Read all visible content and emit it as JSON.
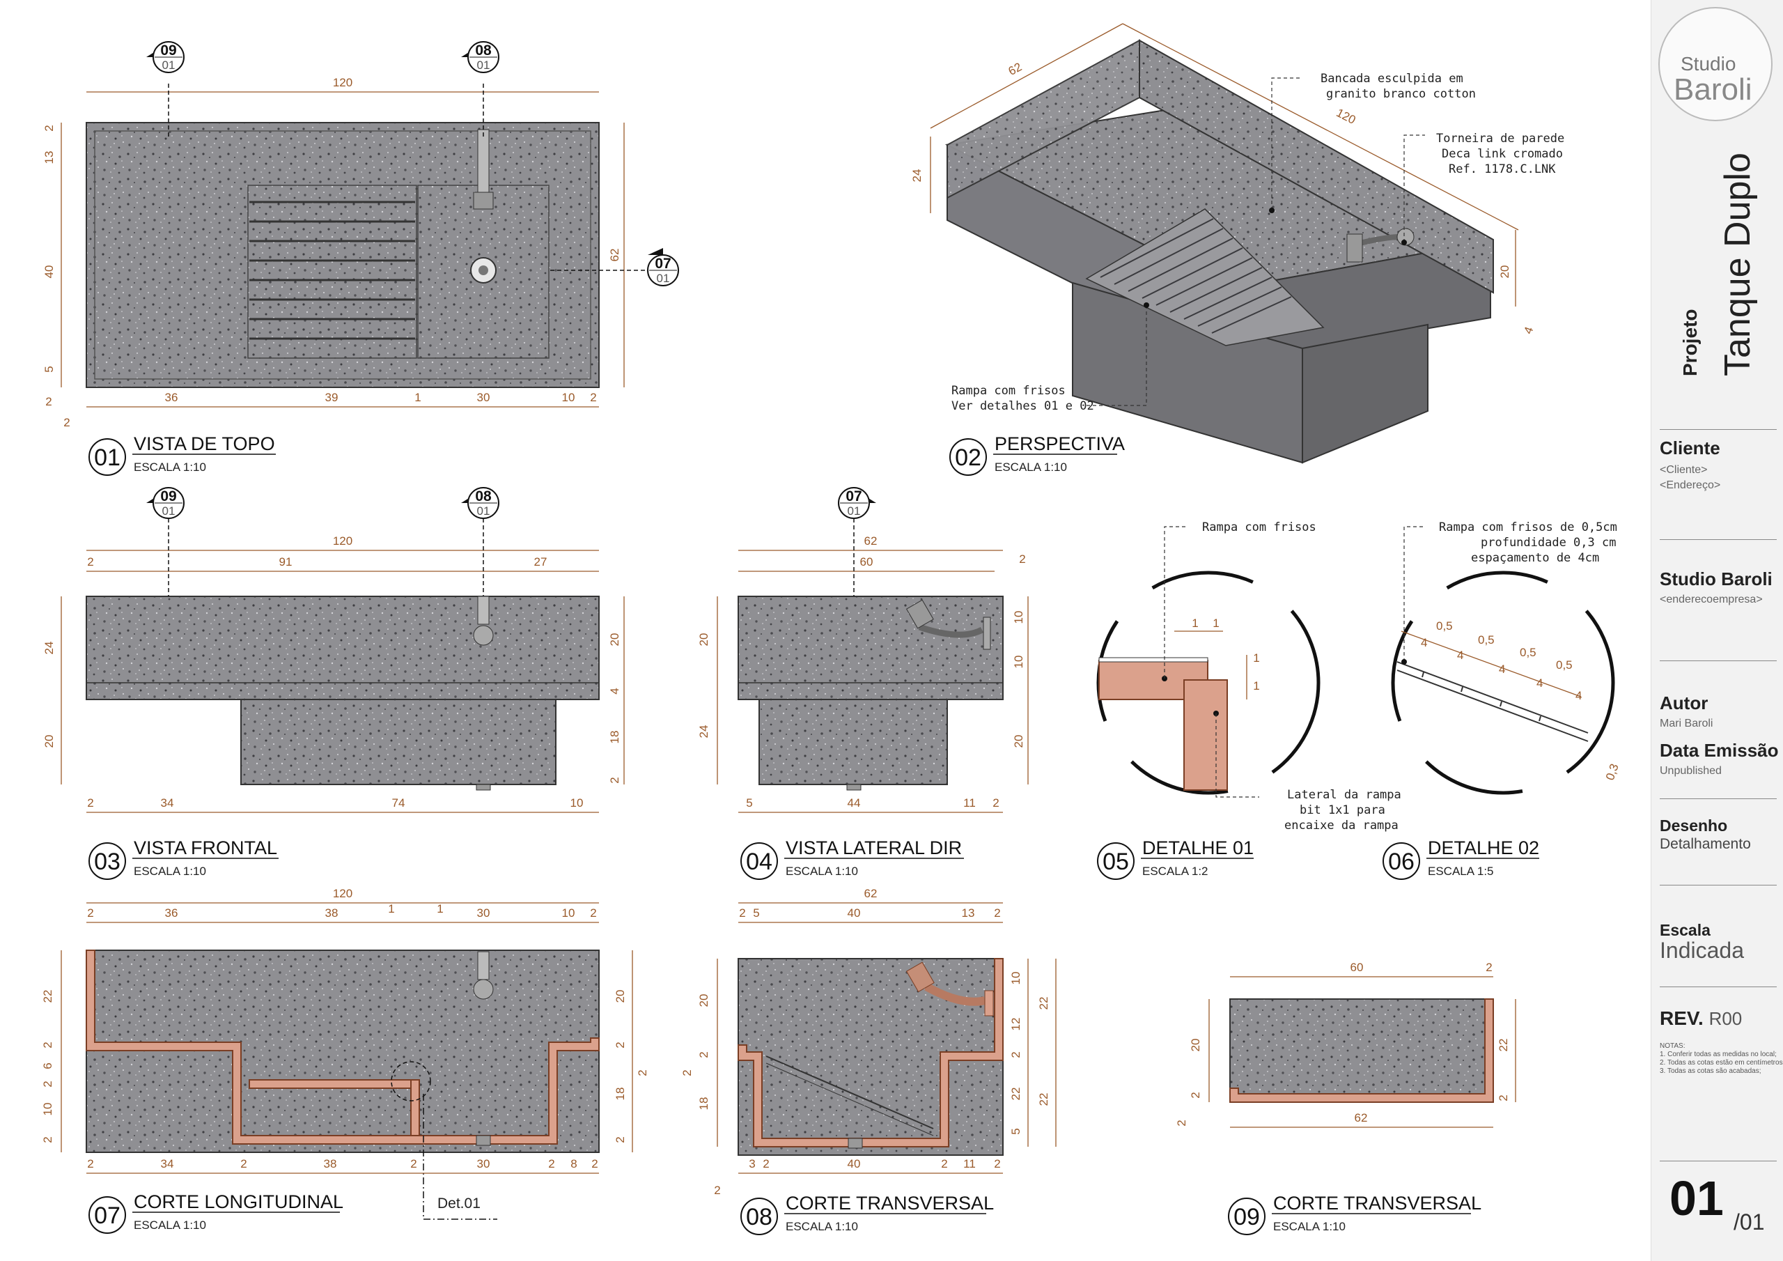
{
  "views": [
    {
      "num": "01",
      "title": "VISTA DE TOPO",
      "scale": "ESCALA 1:10"
    },
    {
      "num": "02",
      "title": "PERSPECTIVA",
      "scale": "ESCALA 1:10"
    },
    {
      "num": "03",
      "title": "VISTA FRONTAL",
      "scale": "ESCALA 1:10"
    },
    {
      "num": "04",
      "title": "VISTA LATERAL DIR",
      "scale": "ESCALA 1:10"
    },
    {
      "num": "05",
      "title": "DETALHE 01",
      "scale": "ESCALA 1:2"
    },
    {
      "num": "06",
      "title": "DETALHE 02",
      "scale": "ESCALA 1:5"
    },
    {
      "num": "07",
      "title": "CORTE LONGITUDINAL",
      "scale": "ESCALA 1:10"
    },
    {
      "num": "08",
      "title": "CORTE TRANSVERSAL",
      "scale": "ESCALA 1:10"
    },
    {
      "num": "09",
      "title": "CORTE TRANSVERSAL",
      "scale": "ESCALA 1:10"
    }
  ],
  "section_markers": [
    {
      "num": "09",
      "sheet": "01"
    },
    {
      "num": "08",
      "sheet": "01"
    },
    {
      "num": "07",
      "sheet": "01"
    }
  ],
  "dimensions": {
    "top": {
      "total": "120",
      "parts": [
        "36",
        "39",
        "1",
        "30",
        "10",
        "2"
      ],
      "left_pad": "2",
      "vert": [
        "2",
        "13",
        "40",
        "5",
        "2"
      ],
      "depth": "62"
    },
    "front": {
      "total": "120",
      "upper": [
        "2",
        "91",
        "27"
      ],
      "lower": [
        "2",
        "34",
        "74",
        "10"
      ],
      "vert_left": [
        "24",
        "20"
      ],
      "vert_right": [
        "20",
        "4",
        "18",
        "2"
      ]
    },
    "side": {
      "total": "62",
      "inner": "60",
      "right_pad": "2",
      "lower": [
        "5",
        "44",
        "11",
        "2"
      ],
      "vert_left": [
        "20",
        "24"
      ],
      "vert_right": [
        "10",
        "10",
        "20"
      ]
    },
    "long": {
      "total": "120",
      "upper": [
        "2",
        "36",
        "38",
        "1",
        "1",
        "30",
        "10",
        "2"
      ],
      "lower": [
        "2",
        "34",
        "2",
        "38",
        "2",
        "30",
        "2",
        "8",
        "2"
      ],
      "vert_left": [
        "22",
        "2",
        "6",
        "2",
        "10",
        "2"
      ],
      "vert_right": [
        "20",
        "2",
        "18",
        "2"
      ],
      "side_2": "2"
    },
    "trans": {
      "total": "62",
      "upper": [
        "2",
        "5",
        "40",
        "13",
        "2"
      ],
      "lower": [
        "3",
        "2",
        "40",
        "2",
        "11",
        "2"
      ],
      "extra_2": "2",
      "vert_left": [
        "20",
        "2",
        "18"
      ],
      "vert_left_outer": "2",
      "vert_right": [
        "10",
        "12",
        "22",
        "2",
        "5",
        "22",
        "22"
      ]
    },
    "trans9": {
      "top": "60",
      "top_r": "2",
      "bottom": "62",
      "vert_left": "20",
      "vert_left_small": "2",
      "vert_right": "22",
      "vert_right_small": "2",
      "bottom_left": "2"
    },
    "persp": {
      "len": "120",
      "depth": "62",
      "h": "24",
      "inner": "20",
      "lip": "4"
    },
    "det1": {
      "a": "1",
      "b": "1",
      "c": "1",
      "d": "1"
    },
    "det2": {
      "f1": "0,5",
      "f2": "0,5",
      "f3": "0,5",
      "f4": "0,5",
      "s1": "4",
      "s2": "4",
      "s3": "4",
      "s4": "4",
      "s5": "4",
      "depth": "0,3"
    }
  },
  "annotations": {
    "bancada_1": "Bancada esculpida em",
    "bancada_2": "granito branco cotton",
    "torneira_1": "Torneira de parede",
    "torneira_2": "Deca link cromado",
    "torneira_3": "Ref. 1178.C.LNK",
    "rampa_1": "Rampa com frisos",
    "rampa_2": "Ver detalhes 01 e 02",
    "det1_top": "Rampa com frisos",
    "det1_bot_1": "Lateral da rampa",
    "det1_bot_2": "bit 1x1 para",
    "det1_bot_3": "encaixe da rampa",
    "det2_1": "Rampa com frisos de 0,5cm",
    "det2_2": "profundidade 0,3 cm",
    "det2_3": "espaçamento de 4cm",
    "det_ref": "Det.01"
  },
  "panel": {
    "logo_1": "Studio",
    "logo_2": "Baroli",
    "projeto_label": "Projeto",
    "projeto_name": "Tanque Duplo",
    "cliente_label": "Cliente",
    "cliente_name": "<Cliente>",
    "cliente_addr": "<Endereço>",
    "empresa_label": "Studio Baroli",
    "empresa_addr": "<enderecoempresa>",
    "autor_label": "Autor",
    "autor_name": "Mari Baroli",
    "data_label": "Data Emissão",
    "data_value": "Unpublished",
    "desenho_label": "Desenho",
    "desenho_value": "Detalhamento",
    "escala_label": "Escala",
    "escala_value": "Indicada",
    "rev_label": "REV.",
    "rev_value": "R00",
    "notas_title": "NOTAS:",
    "nota_1": "1. Conferir todas as medidas no local;",
    "nota_2": "2. Todas as cotas estão em centímetros;",
    "nota_3": "3. Todas as cotas são acabadas;",
    "sheet_num": "01",
    "sheet_total": "/01"
  },
  "colors": {
    "stone": "#8e8e92",
    "stone_dark": "#5f5f63",
    "cut": "#dba18c",
    "cut_stroke": "#7a3e24",
    "dim": "#9a5a2a"
  }
}
